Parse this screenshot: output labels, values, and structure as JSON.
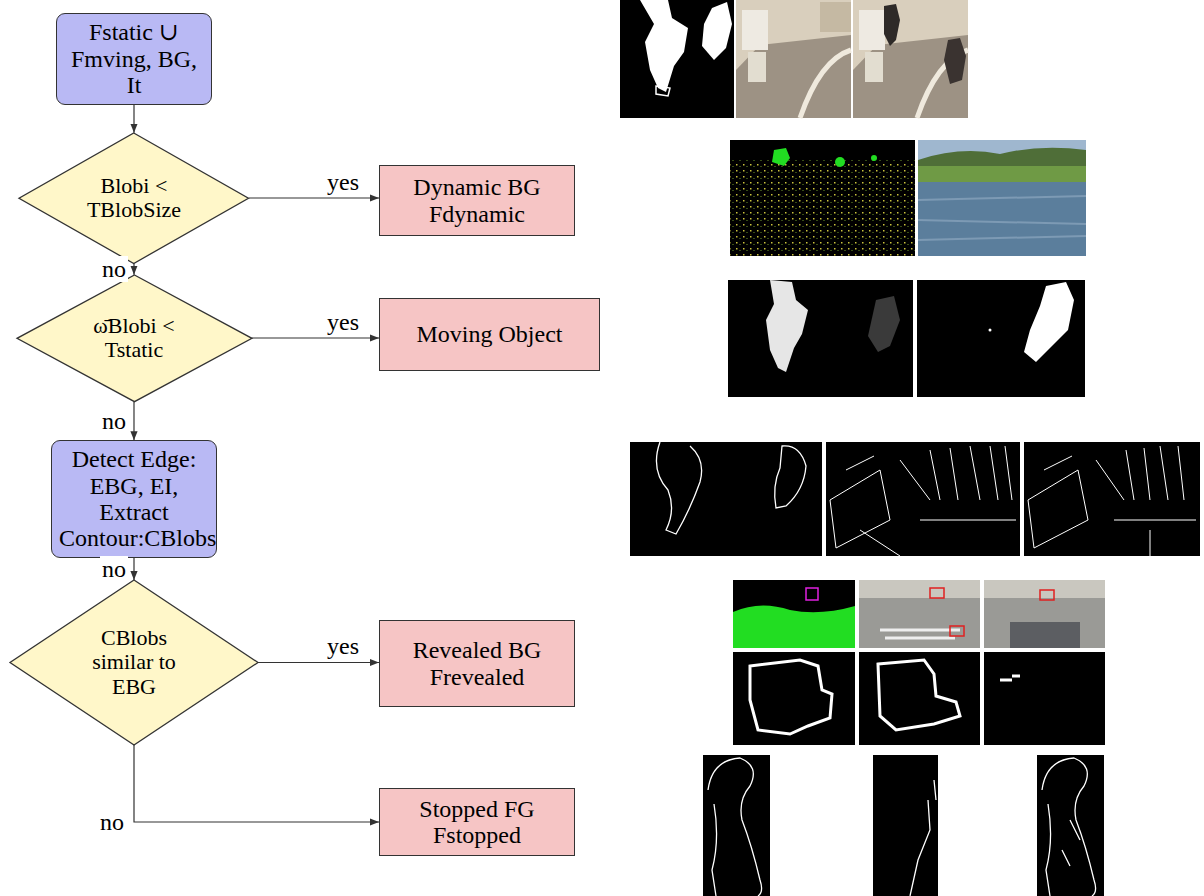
{
  "diagram": {
    "nodes": [
      {
        "text": [
          "Fstatic ∪ Fmving, BG, It"
        ]
      },
      {
        "text": [
          "Blobi < TBlobSize"
        ]
      },
      {
        "text": [
          "Dynamic BG Fdynamic"
        ]
      },
      {
        "text": [
          "ω̄Blobi < Tstatic"
        ]
      },
      {
        "text": [
          "Moving Object"
        ]
      },
      {
        "text": [
          "Detect Edge: EBG, EI, Extract Contour:CBlobs"
        ]
      },
      {
        "text": [
          "CBlobs similar to EBG"
        ]
      },
      {
        "text": [
          "Revealed BG Frevealed"
        ]
      },
      {
        "text": [
          "Stopped FG Fstopped"
        ]
      }
    ],
    "edges": [
      {
        "from": 0,
        "to": 1,
        "arrow": "to"
      },
      {
        "from": 1,
        "to": 2,
        "label": "yes",
        "arrow": "to"
      },
      {
        "from": 1,
        "to": 3,
        "label": "no",
        "arrow": "to"
      },
      {
        "from": 3,
        "to": 4,
        "label": "yes",
        "arrow": "to"
      },
      {
        "from": 3,
        "to": 5,
        "label": "no",
        "arrow": "to"
      },
      {
        "from": 5,
        "to": 6,
        "label": "no",
        "arrow": "to"
      },
      {
        "from": 6,
        "to": 7,
        "label": "yes",
        "arrow": "to"
      },
      {
        "from": 6,
        "to": 8,
        "label": "no",
        "arrow": "to"
      }
    ]
  }
}
